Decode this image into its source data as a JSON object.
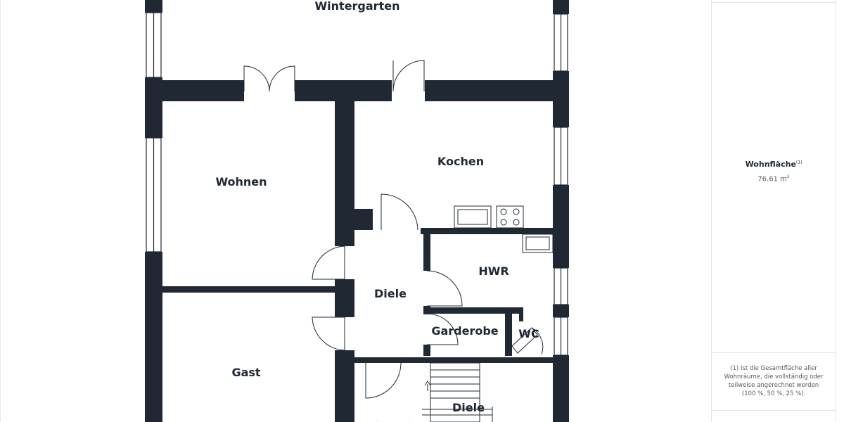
{
  "rooms": {
    "wintergarten": "Wintergarten",
    "wohnen": "Wohnen",
    "kochen": "Kochen",
    "diele": "Diele",
    "hwr": "HWR",
    "garderobe": "Garderobe",
    "wc": "WC",
    "gast": "Gast",
    "diele_lower": "Diele"
  },
  "legend": {
    "area_label": "Wohnfläche",
    "area_footnote_marker": "(1)",
    "area_value": "76.61 m",
    "area_unit_superscript": "2",
    "footnote": "(1) Ist die Gesamtfläche aller Wohnräume, die vollständig oder teilweise angerechnet werden (100 %, 50 %, 25 %)."
  },
  "colors": {
    "wall": "#1f2833",
    "background": "#ffffff",
    "line": "#1f2833"
  }
}
